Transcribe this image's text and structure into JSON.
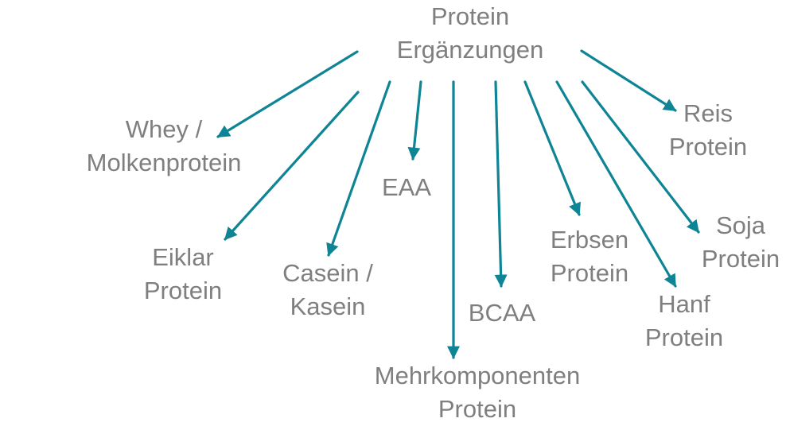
{
  "colors": {
    "text": "#7f7f7f",
    "arrow": "#0e8494",
    "background": "#ffffff"
  },
  "root": {
    "line1": "Protein",
    "line2": "Ergänzungen"
  },
  "nodes": [
    {
      "id": "whey",
      "line1": "Whey /",
      "line2": "Molkenprotein"
    },
    {
      "id": "eiklar",
      "line1": "Eiklar",
      "line2": "Protein"
    },
    {
      "id": "casein",
      "line1": "Casein /",
      "line2": "Kasein"
    },
    {
      "id": "eaa",
      "line1": "EAA",
      "line2": ""
    },
    {
      "id": "mehrkomponenten",
      "line1": "Mehrkomponenten",
      "line2": "Protein"
    },
    {
      "id": "bcaa",
      "line1": "BCAA",
      "line2": ""
    },
    {
      "id": "erbsen",
      "line1": "Erbsen",
      "line2": "Protein"
    },
    {
      "id": "hanf",
      "line1": "Hanf",
      "line2": "Protein"
    },
    {
      "id": "soja",
      "line1": "Soja",
      "line2": "Protein"
    },
    {
      "id": "reis",
      "line1": "Reis",
      "line2": "Protein"
    }
  ]
}
